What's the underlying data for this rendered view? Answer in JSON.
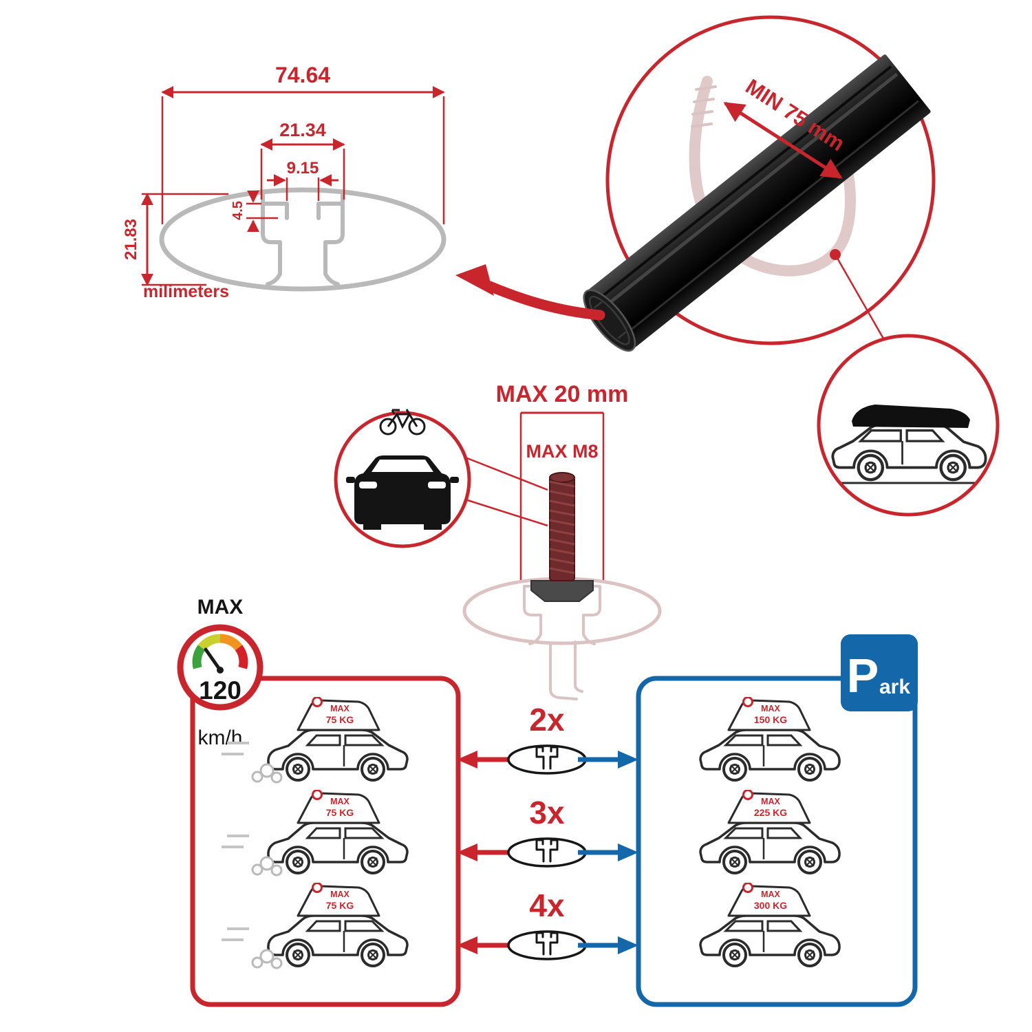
{
  "colors": {
    "red": "#c9252d",
    "blue": "#1467a8",
    "gray": "#b9b9b9",
    "black": "#141414"
  },
  "cross_section": {
    "total_width": "74.64",
    "channel_width": "21.34",
    "slot_width": "9.15",
    "lip_depth": "4.5",
    "total_height": "21.83",
    "units": "milimeters"
  },
  "bar_view": {
    "min_span": "MIN 75 mm"
  },
  "bolt_view": {
    "max_width": "MAX 20 mm",
    "max_bolt": "MAX M8"
  },
  "speed": {
    "label": "MAX",
    "value": "120",
    "unit": "km/h"
  },
  "driving_panel": {
    "cars": [
      {
        "max": "MAX",
        "kg": "75 KG"
      },
      {
        "max": "MAX",
        "kg": "75 KG"
      },
      {
        "max": "MAX",
        "kg": "75 KG"
      }
    ]
  },
  "quantities": [
    {
      "label": "2x"
    },
    {
      "label": "3x"
    },
    {
      "label": "4x"
    }
  ],
  "parked_panel": {
    "sign_p": "P",
    "sign_ark": "ark",
    "cars": [
      {
        "max": "MAX",
        "kg": "150 KG"
      },
      {
        "max": "MAX",
        "kg": "225 KG"
      },
      {
        "max": "MAX",
        "kg": "300 KG"
      }
    ]
  },
  "icons": {
    "speedometer-icon": "gauge dial with colored arc and needle",
    "park-sign-icon": "blue square parking sign",
    "bicycle-icon": "bicycle on car roof",
    "crossbar-section-icon": "ellipse profile with T-slot",
    "roof-cargo-icon": "roof bag with hook ring",
    "left-arrow-icon": "red arrow pointing left",
    "right-arrow-icon": "blue arrow pointing right"
  }
}
